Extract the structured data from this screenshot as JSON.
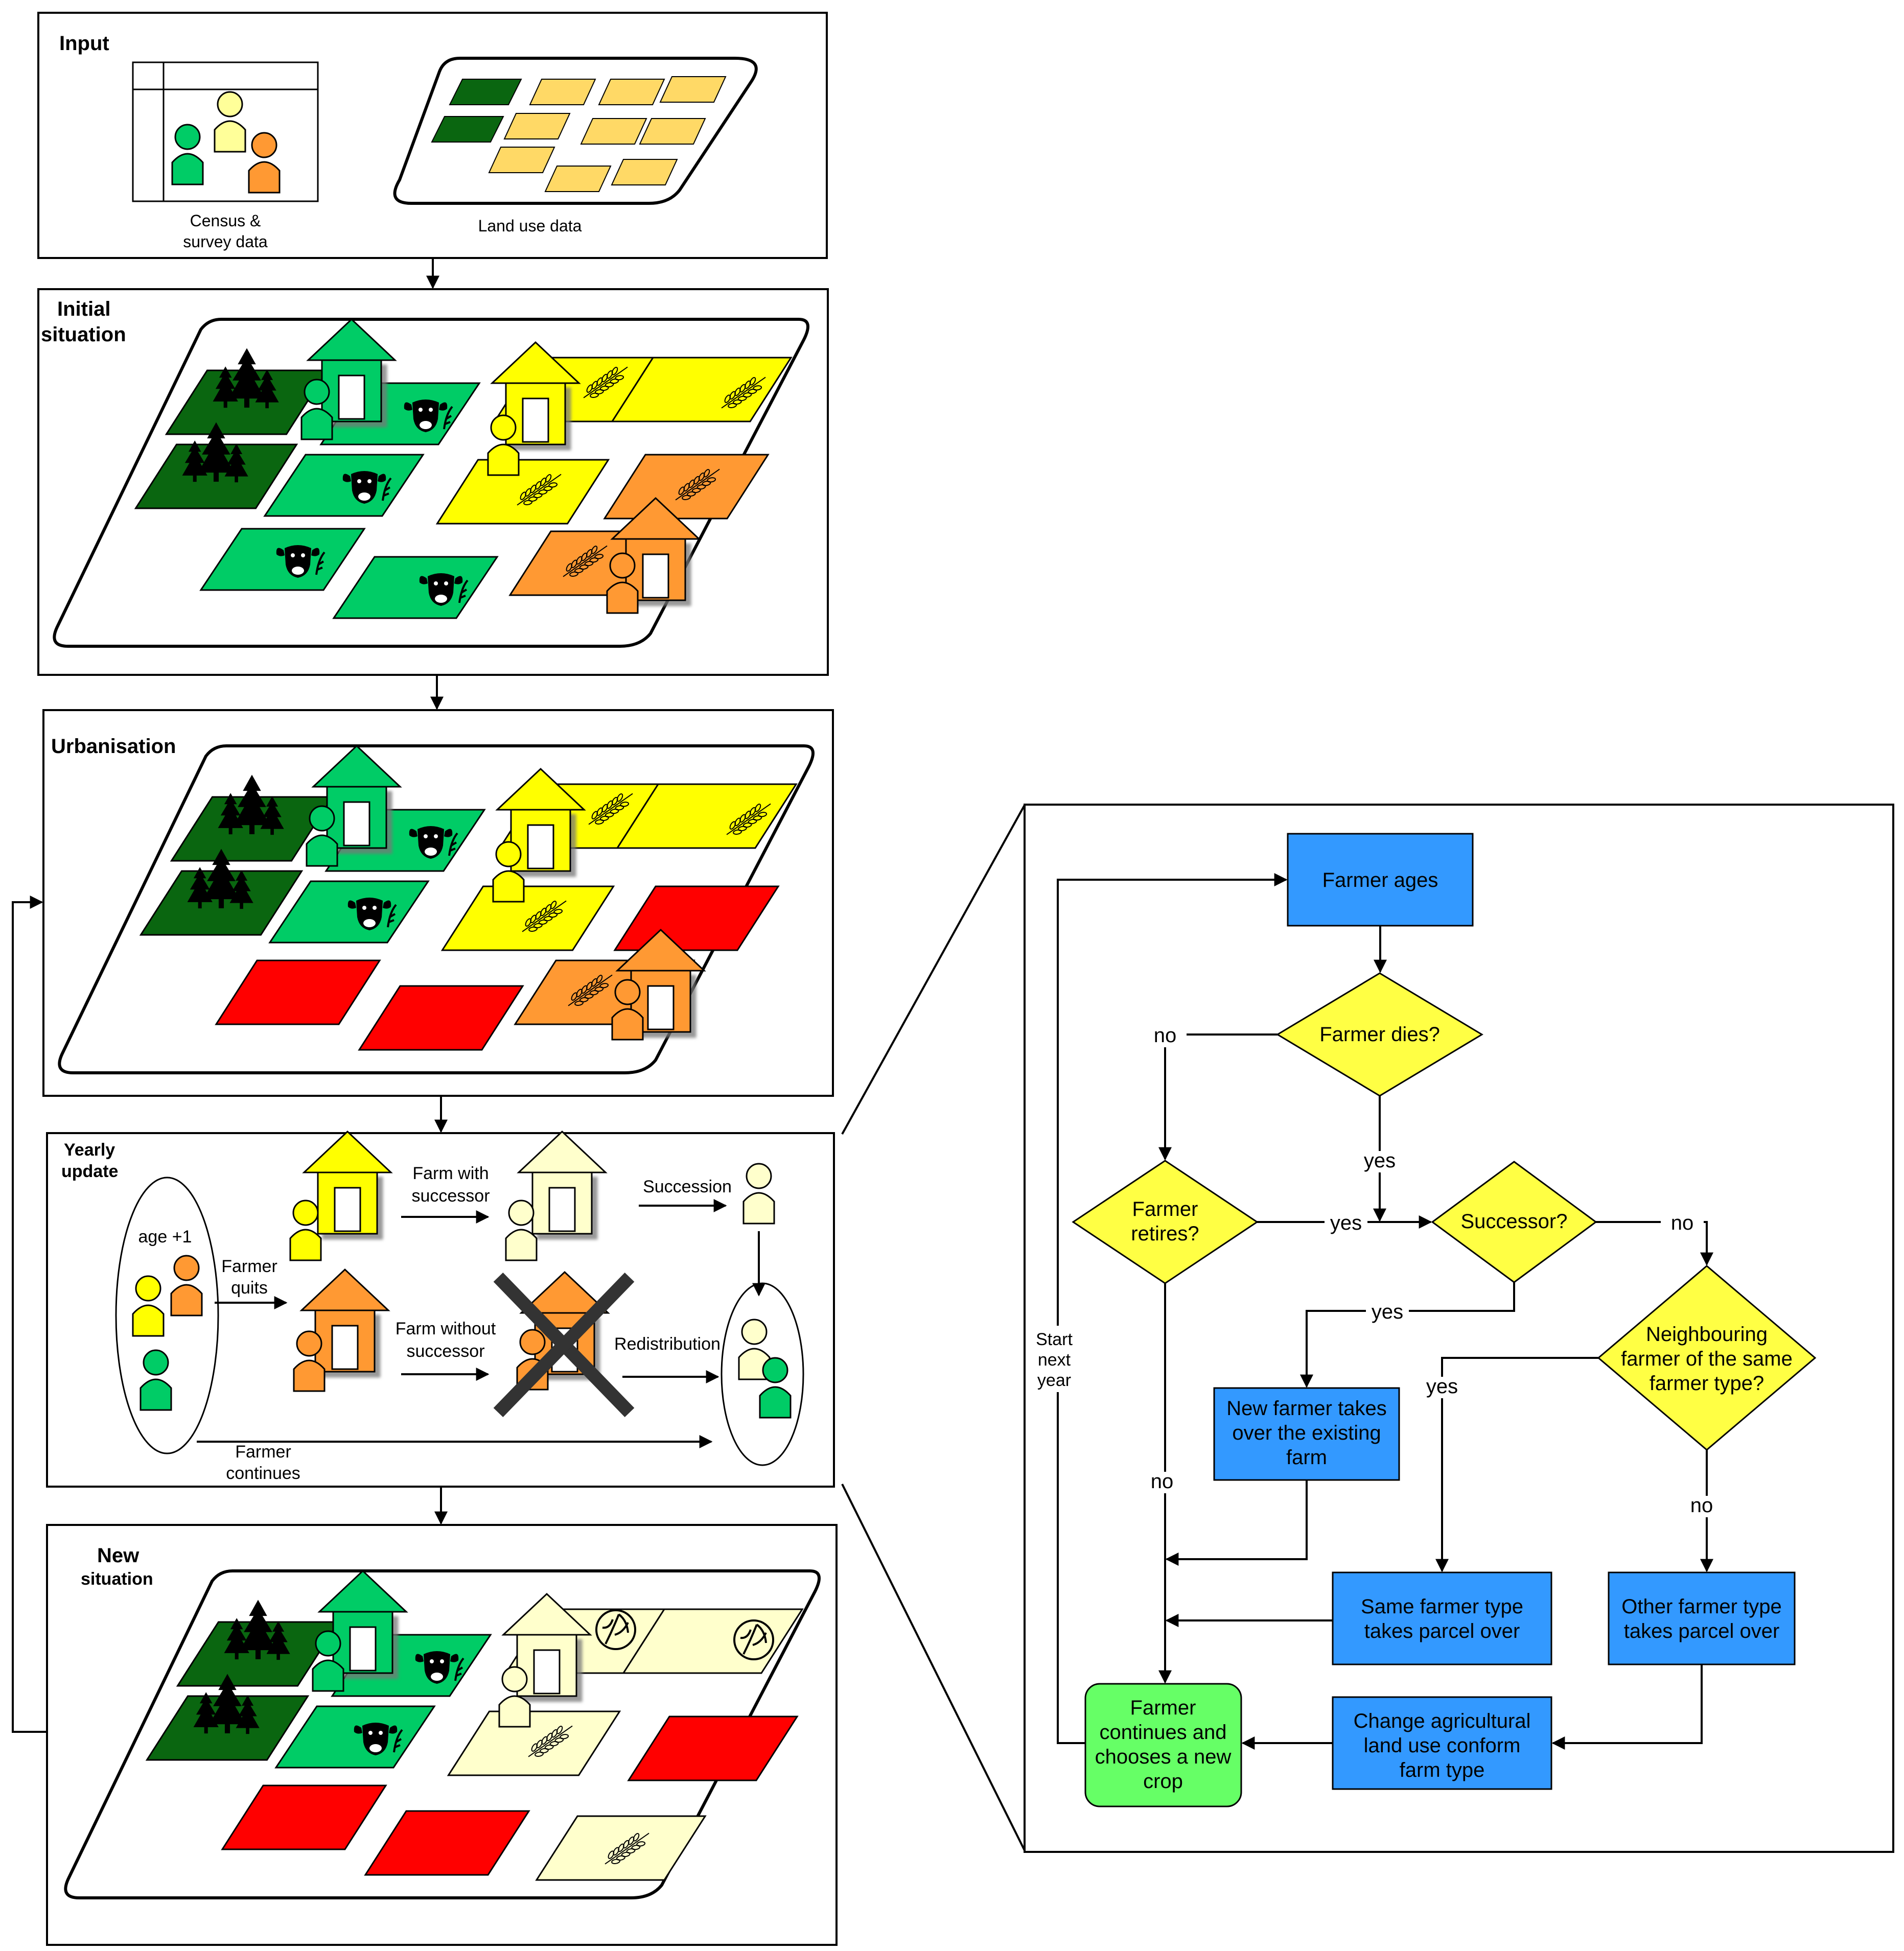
{
  "colors": {
    "forest": "#0a6610",
    "pasture": "#00cc66",
    "wheat": "#ffff00",
    "orange": "#ff9933",
    "urban": "#ff0000",
    "pale": "#ffffcc",
    "sand": "#ffd966",
    "process": "#3399ff",
    "decision": "#ffff44",
    "terminal": "#66ff66"
  },
  "panels": {
    "input": {
      "title": "Input",
      "census_label_1": "Census &",
      "census_label_2": "survey data",
      "landuse_label": "Land use data"
    },
    "initial": {
      "title_1": "Initial",
      "title_2": "situation"
    },
    "urbanisation": {
      "title": "Urbanisation"
    },
    "yearly": {
      "title_1": "Yearly",
      "title_2": "update",
      "age_label": "age +1",
      "farmer_quits_1": "Farmer",
      "farmer_quits_2": "quits",
      "farm_with_1": "Farm with",
      "farm_with_2": "successor",
      "succession": "Succession",
      "farm_without_1": "Farm without",
      "farm_without_2": "successor",
      "redistribution": "Redistribution",
      "farmer_continues_1": "Farmer",
      "farmer_continues_2": "continues"
    },
    "new": {
      "title_1": "New",
      "title_2": "situation"
    }
  },
  "flowchart": {
    "farmer_ages": "Farmer ages",
    "farmer_dies": "Farmer dies?",
    "farmer_retires_1": "Farmer",
    "farmer_retires_2": "retires?",
    "successor": "Successor?",
    "neighbouring_1": "Neighbouring",
    "neighbouring_2": "farmer of the same",
    "neighbouring_3": "farmer type?",
    "new_farmer_1": "New farmer takes",
    "new_farmer_2": "over the existing",
    "new_farmer_3": "farm",
    "same_type_1": "Same farmer type",
    "same_type_2": "takes parcel over",
    "other_type_1": "Other farmer type",
    "other_type_2": "takes parcel over",
    "change_1": "Change agricultural",
    "change_2": "land use conform",
    "change_3": "farm type",
    "continues_1": "Farmer",
    "continues_2": "continues and",
    "continues_3": "chooses a new",
    "continues_4": "crop",
    "start_1": "Start",
    "start_2": "next",
    "start_3": "year",
    "edge_no_dies": "no",
    "edge_yes_dies": "yes",
    "edge_yes_retires": "yes",
    "edge_no_retires": "no",
    "edge_yes_successor": "yes",
    "edge_no_successor": "no",
    "edge_yes_neighbour": "yes",
    "edge_no_neighbour": "no"
  }
}
